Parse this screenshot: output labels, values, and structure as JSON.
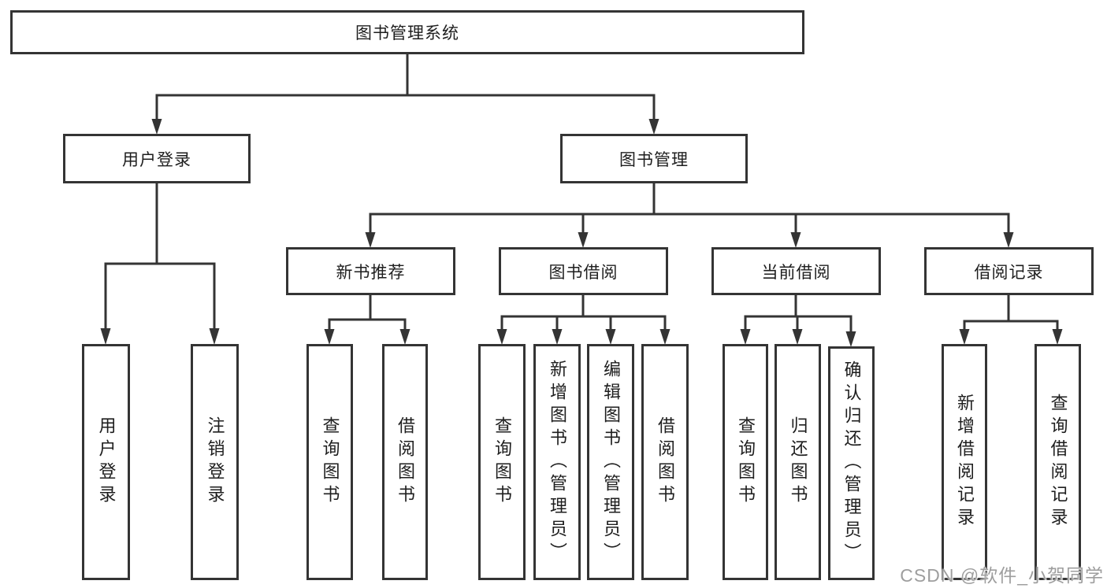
{
  "diagram": {
    "type": "tree",
    "root": "图书管理系统",
    "children": [
      {
        "label": "用户登录",
        "children": [
          {
            "label": "用户登录"
          },
          {
            "label": "注销登录"
          }
        ]
      },
      {
        "label": "图书管理",
        "children": [
          {
            "label": "新书推荐",
            "children": [
              {
                "label": "查询图书"
              },
              {
                "label": "借阅图书"
              }
            ]
          },
          {
            "label": "图书借阅",
            "children": [
              {
                "label": "查询图书"
              },
              {
                "label": "新增图书（管理员）"
              },
              {
                "label": "编辑图书（管理员）"
              },
              {
                "label": "借阅图书"
              }
            ]
          },
          {
            "label": "当前借阅",
            "children": [
              {
                "label": "查询图书"
              },
              {
                "label": "归还图书"
              },
              {
                "label": "确认归还（管理员）"
              }
            ]
          },
          {
            "label": "借阅记录",
            "children": [
              {
                "label": "新增借阅记录"
              },
              {
                "label": "查询借阅记录"
              }
            ]
          }
        ]
      }
    ]
  },
  "watermark": "CSDN @软件_小贺同学",
  "colors": {
    "line": "#343434",
    "text": "#1e1e1e",
    "watermark": "#9e9e9e",
    "bg": "#ffffff"
  }
}
